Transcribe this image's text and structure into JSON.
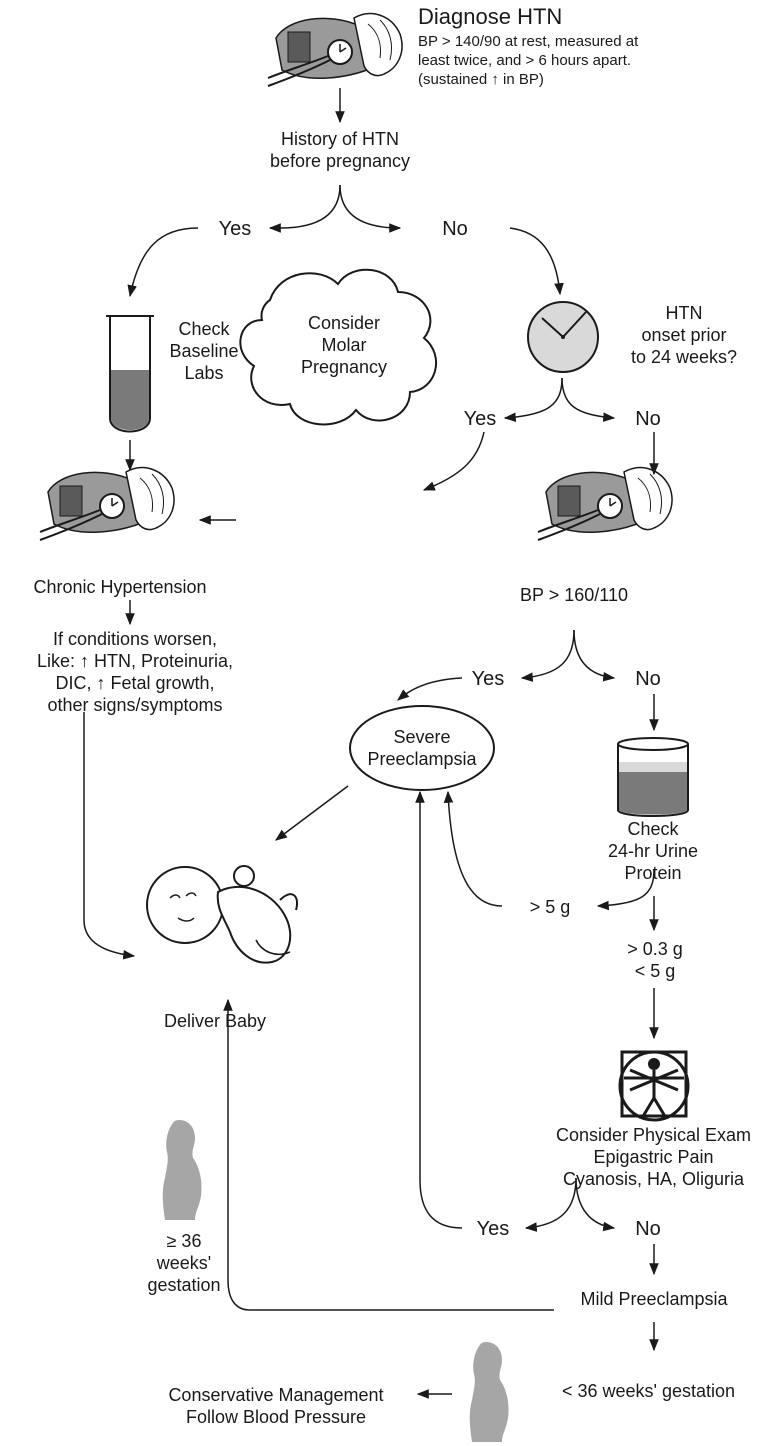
{
  "diagnose": {
    "title": "Diagnose HTN",
    "lines": [
      "BP > 140/90 at rest, measured at",
      "least twice, and > 6 hours apart.",
      "(sustained ↑ in BP)"
    ]
  },
  "history": {
    "lines": [
      "History of HTN",
      "before pregnancy"
    ]
  },
  "branch1": {
    "yes": "Yes",
    "no": "No"
  },
  "baseline_labs": {
    "lines": [
      "Check",
      "Baseline",
      "Labs"
    ]
  },
  "onset": {
    "lines": [
      "HTN",
      "onset prior",
      "to 24 weeks?"
    ]
  },
  "branch2": {
    "yes": "Yes",
    "no": "No"
  },
  "molar": {
    "lines": [
      "Consider",
      "Molar",
      "Pregnancy"
    ]
  },
  "chronic": {
    "label": "Chronic Hypertension"
  },
  "bp_check": {
    "label": "BP > 160/110"
  },
  "branch3": {
    "yes": "Yes",
    "no": "No"
  },
  "worsen": {
    "lines": [
      "If conditions worsen,",
      "Like: ↑ HTN, Proteinuria,",
      "DIC, ↑ Fetal growth,",
      "other signs/symptoms"
    ]
  },
  "severe": {
    "lines": [
      "Severe",
      "Preeclampsia"
    ]
  },
  "urine": {
    "lines": [
      "Check",
      "24-hr Urine",
      "Protein"
    ]
  },
  "gt5": {
    "label": "> 5 g"
  },
  "mid_protein": {
    "lines": [
      "> 0.3 g",
      "< 5 g"
    ]
  },
  "deliver": {
    "label": "Deliver Baby"
  },
  "exam": {
    "lines": [
      "Consider Physical Exam",
      "Epigastric Pain",
      "Cyanosis, HA, Oliguria"
    ]
  },
  "branch4": {
    "yes": "Yes",
    "no": "No"
  },
  "term": {
    "lines": [
      "≥ 36",
      "weeks'",
      "gestation"
    ]
  },
  "mild": {
    "label": "Mild Preeclampsia"
  },
  "preterm": {
    "label": "< 36 weeks' gestation"
  },
  "conservative": {
    "lines": [
      "Conservative Management",
      "Follow Blood Pressure"
    ]
  },
  "colors": {
    "ink": "#1a1a1a",
    "fill_dark": "#7a7a7a",
    "fill_light": "#d9d9d9",
    "silhouette": "#a6a6a6"
  },
  "icons": [
    "bp-cuff-icon",
    "test-tube-icon",
    "clock-icon",
    "cloud-shape",
    "urine-cup-icon",
    "baby-icon",
    "vitruvian-man-icon",
    "pregnant-woman-icon"
  ]
}
